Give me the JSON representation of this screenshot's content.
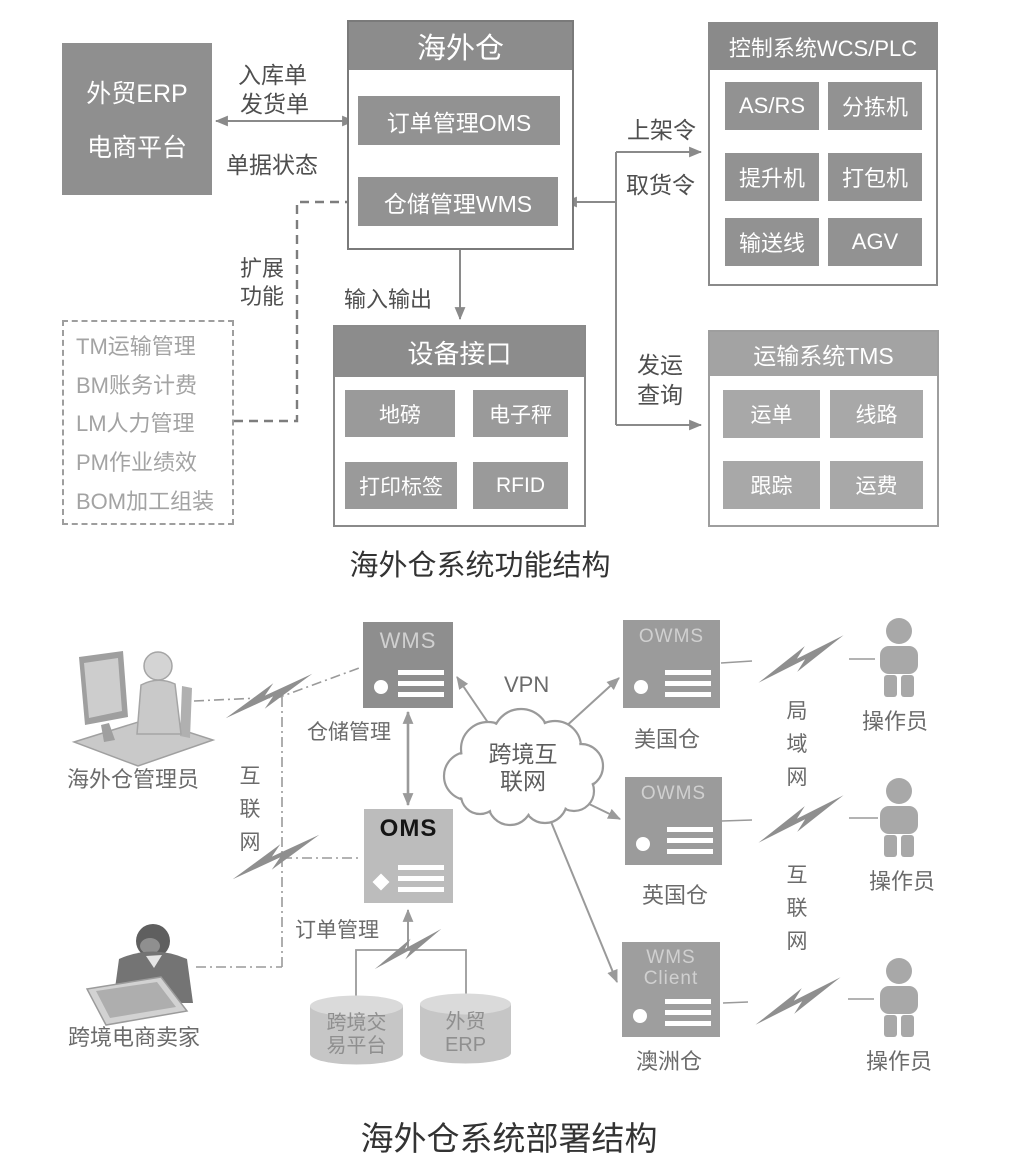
{
  "colors": {
    "box_gray": "#8f8f8f",
    "box_gray_dark": "#8c8c8c",
    "item_gray": "#929292",
    "device_item_gray": "#9a9a9a",
    "tms_header_gray": "#a3a3a3",
    "tms_item_gray": "#a8a8a8",
    "server_gray": "#8e8e8e",
    "owms_gray": "#9b9b9b",
    "client_gray": "#9e9e9e",
    "oms_server_gray": "#bcbcbc",
    "label_dark": "#4f4f4f",
    "label_light": "#6b6b6b",
    "ext_text_gray": "#a3a3a3",
    "title_color": "#333333",
    "server_name_light": "#d0d0d0",
    "cylinder_text": "#8f8f8f"
  },
  "functional": {
    "title": "海外仓系统功能结构",
    "erp": {
      "line1": "外贸ERP",
      "line2": "电商平台"
    },
    "overseas": {
      "header": "海外仓",
      "oms": "订单管理OMS",
      "wms": "仓储管理WMS"
    },
    "wcs": {
      "header": "控制系统WCS/PLC",
      "items": [
        "AS/RS",
        "分拣机",
        "提升机",
        "打包机",
        "输送线",
        "AGV"
      ]
    },
    "device": {
      "header": "设备接口",
      "items": [
        "地磅",
        "电子秤",
        "打印标签",
        "RFID"
      ]
    },
    "tms": {
      "header": "运输系统TMS",
      "items": [
        "运单",
        "线路",
        "跟踪",
        "运费"
      ]
    },
    "extensions": [
      "TM运输管理",
      "BM账务计费",
      "LM人力管理",
      "PM作业绩效",
      "BOM加工组装"
    ],
    "labels": {
      "inbound_order": "入库单",
      "delivery_order": "发货单",
      "doc_status": "单据状态",
      "extend_line1": "扩展",
      "extend_line2": "功能",
      "input_output": "输入输出",
      "putaway_order": "上架令",
      "pickup_order": "取货令",
      "dispatch_line1": "发运",
      "dispatch_line2": "查询"
    }
  },
  "deployment": {
    "title": "海外仓系统部署结构",
    "admin": "海外仓管理员",
    "seller": "跨境电商卖家",
    "internet_left": "互联网",
    "lan_right": "局域网",
    "internet_right": "互联网",
    "vpn": "VPN",
    "cloud_line1": "跨境互",
    "cloud_line2": "联网",
    "wms": {
      "name": "WMS",
      "label": "仓储管理"
    },
    "oms": {
      "name": "OMS",
      "label": "订单管理"
    },
    "owms_us": {
      "name": "OWMS",
      "label": "美国仓"
    },
    "owms_uk": {
      "name": "OWMS",
      "label": "英国仓"
    },
    "wms_client": {
      "name_line1": "WMS",
      "name_line2": "Client",
      "label": "澳洲仓"
    },
    "operator1": "操作员",
    "operator2": "操作员",
    "operator3": "操作员",
    "db1": {
      "line1": "跨境交",
      "line2": "易平台"
    },
    "db2": {
      "line1": "外贸",
      "line2": "ERP"
    }
  }
}
